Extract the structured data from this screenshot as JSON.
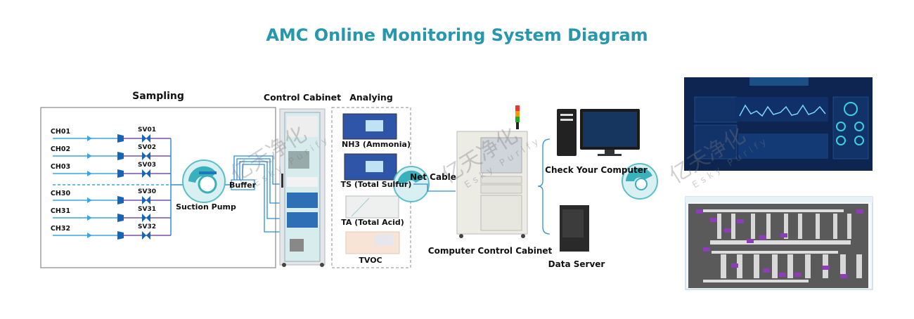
{
  "title": "AMC Online Monitoring System Diagram",
  "sections": {
    "sampling": "Sampling",
    "control_cabinet": "Control Cabinet",
    "analyzing": "Analying"
  },
  "channels": [
    {
      "ch": "CH01",
      "sv": "SV01"
    },
    {
      "ch": "CH02",
      "sv": "SV02"
    },
    {
      "ch": "CH03",
      "sv": "SV03"
    },
    {
      "ch": "CH30",
      "sv": "SV30"
    },
    {
      "ch": "CH31",
      "sv": "SV31"
    },
    {
      "ch": "CH32",
      "sv": "SV32"
    }
  ],
  "components": {
    "suction_pump": "Suction Pump",
    "buffer": "Buffer",
    "net_cable": "Net Cable",
    "computer_cabinet": "Computer Control Cabinet",
    "check_computer": "Check Your Computer",
    "data_server": "Data Server"
  },
  "analyzers": [
    "NH3 (Ammonia)",
    "TS (Total Sulfur)",
    "TA (Total Acid)",
    "TVOC"
  ],
  "watermark": {
    "cn": "亿天净化",
    "en": "Esky Purify"
  },
  "colors": {
    "title": "#2697ad",
    "sample_line": "#3ba6e0",
    "valve": "#1565b8",
    "manifold": "#7a4fb0",
    "pipe": "#2b8fd6",
    "dashboard_bg": "#0d2550",
    "map_bg": "#5a5a5a"
  }
}
